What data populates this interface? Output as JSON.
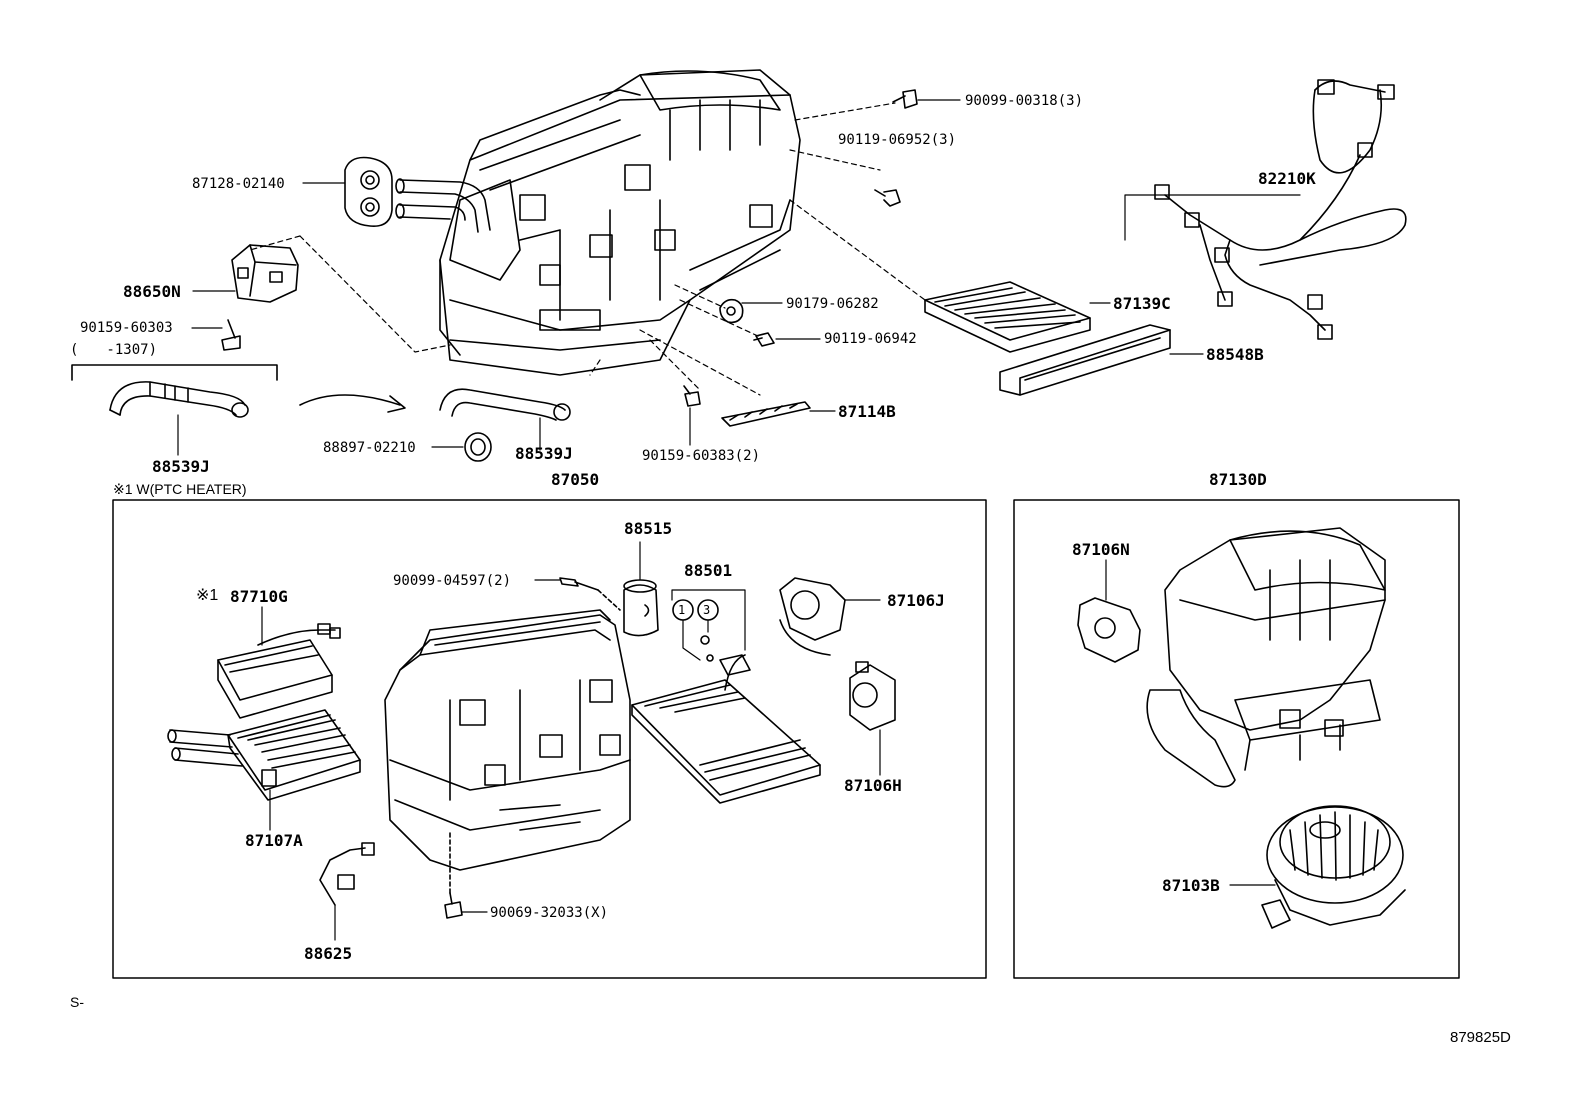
{
  "upper": {
    "p_90099_00318": "90099-00318(3)",
    "p_90119_06952": "90119-06952(3)",
    "p_87128_02140": "87128-02140",
    "p_82210K": "82210K",
    "p_88650N": "88650N",
    "p_90159_60303": "90159-60303",
    "range_1307": "(　　-1307)",
    "p_90179_06282": "90179-06282",
    "p_87139C": "87139C",
    "p_90119_06942": "90119-06942",
    "p_88548B": "88548B",
    "p_87114B": "87114B",
    "p_88897_02210": "88897-02210",
    "p_88539J_left": "88539J",
    "p_88539J_right": "88539J",
    "p_90159_60383": "90159-60383(2)",
    "note_ptc": "※1 W(PTC HEATER)"
  },
  "box_87050": {
    "title": "87050",
    "p_88515": "88515",
    "p_90099_04597": "90099-04597(2)",
    "p_88501": "88501",
    "circle_1": "1",
    "circle_3": "3",
    "mark_1": "※1",
    "p_87710G": "87710G",
    "p_87106J": "87106J",
    "p_87106H": "87106H",
    "p_87107A": "87107A",
    "p_90069_32033": "90069-32033(X)",
    "p_88625": "88625"
  },
  "box_87130D": {
    "title": "87130D",
    "p_87106N": "87106N",
    "p_87103B": "87103B"
  },
  "footer": {
    "left_mark": "S-",
    "figure_id": "879825D"
  }
}
